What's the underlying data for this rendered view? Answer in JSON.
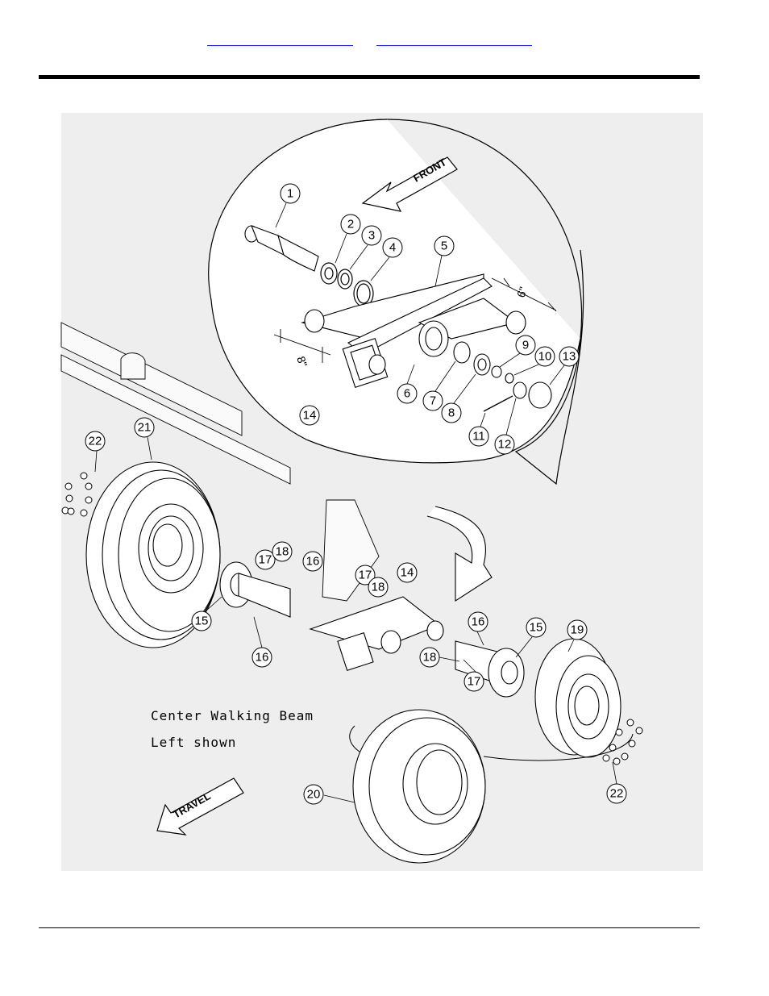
{
  "header": {
    "link_a": "",
    "link_b": ""
  },
  "drawing": {
    "caption_line1": "Center Walking Beam",
    "caption_line2": "Left shown",
    "arrow_front": "FRONT",
    "arrow_travel": "TRAVEL",
    "dim_6": "6\"",
    "dim_8": "8\"",
    "callouts": [
      "1",
      "2",
      "3",
      "4",
      "5",
      "6",
      "7",
      "8",
      "9",
      "10",
      "11",
      "12",
      "13",
      "14",
      "14",
      "15",
      "15",
      "16",
      "16",
      "16",
      "17",
      "17",
      "17",
      "18",
      "18",
      "18",
      "19",
      "20",
      "21",
      "22",
      "22"
    ]
  },
  "colors": {
    "link": "#1a1aff",
    "drawing_bg": "#eeeeee",
    "line": "#000000"
  }
}
